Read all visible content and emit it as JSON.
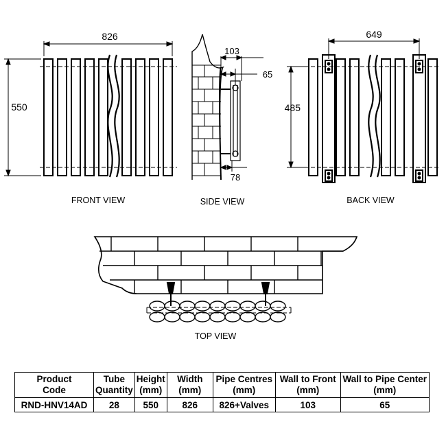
{
  "front_view": {
    "label": "FRONT VIEW",
    "width_dim": "826",
    "height_dim": "550"
  },
  "side_view": {
    "label": "SIDE VIEW",
    "wall_to_front_dim": "103",
    "wall_to_pipe_dim": "65",
    "bottom_dim": "78"
  },
  "back_view": {
    "label": "BACK VIEW",
    "width_dim": "649",
    "height_dim": "485"
  },
  "top_view": {
    "label": "TOP VIEW"
  },
  "spec_table": {
    "headers": [
      [
        "Product",
        "Code"
      ],
      [
        "Tube",
        "Quantity"
      ],
      [
        "Height",
        "(mm)"
      ],
      [
        "Width",
        "(mm)"
      ],
      [
        "Pipe Centres",
        "(mm)"
      ],
      [
        "Wall to Front",
        "(mm)"
      ],
      [
        "Wall to Pipe Center",
        "(mm)"
      ]
    ],
    "row": [
      "RND-HNV14AD",
      "28",
      "550",
      "826",
      "826+Valves",
      "103",
      "65"
    ]
  }
}
